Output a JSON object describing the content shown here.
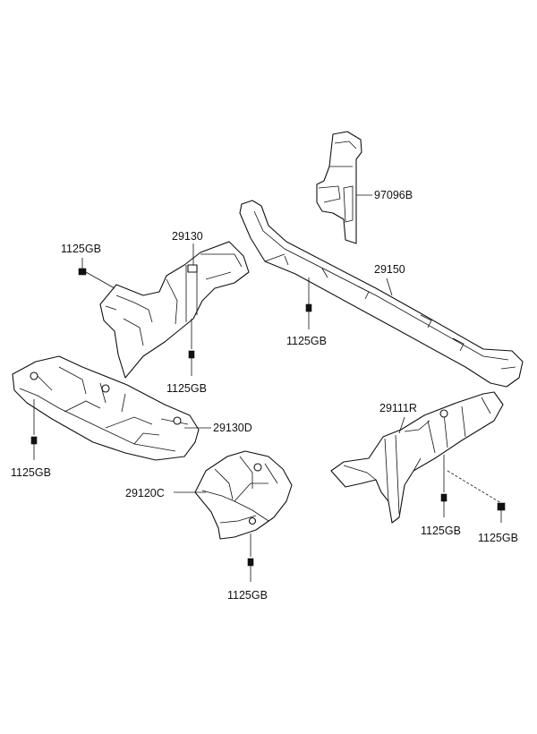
{
  "labels": {
    "p97096b": "97096B",
    "p29150": "29150",
    "p29130": "29130",
    "p29130d": "29130D",
    "p29120c": "29120C",
    "p29111r": "29111R",
    "bolt": "1125GB"
  }
}
